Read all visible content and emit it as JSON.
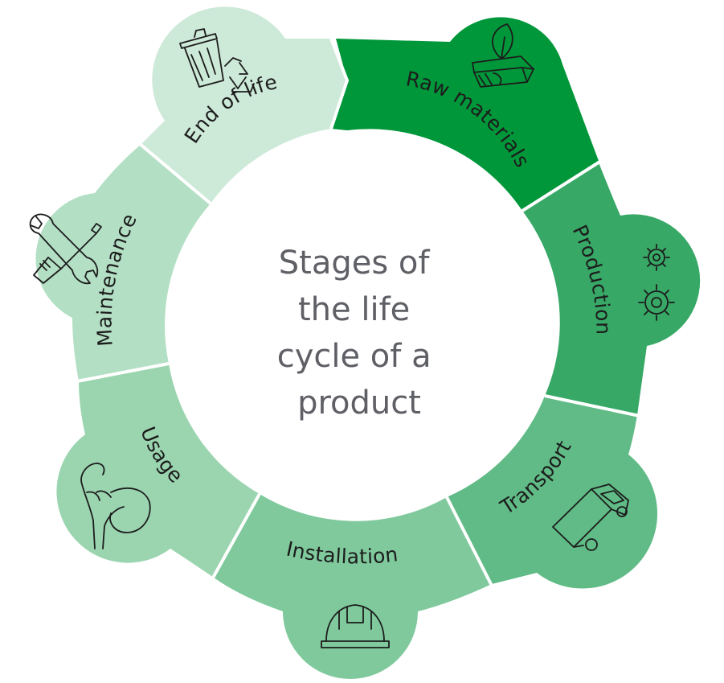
{
  "diagram": {
    "center_title_lines": [
      "Stages of",
      "the life",
      "cycle of a",
      "product"
    ],
    "stages": [
      {
        "id": "raw-materials",
        "label": "Raw materials",
        "icon": "leaf-on-log-icon",
        "color": "#00973a"
      },
      {
        "id": "production",
        "label": "Production",
        "icon": "gears-icon",
        "color": "#37a866"
      },
      {
        "id": "transport",
        "label": "Transport",
        "icon": "truck-icon",
        "color": "#60bb86"
      },
      {
        "id": "installation",
        "label": "Installation",
        "icon": "hard-hat-icon",
        "color": "#7fc99c"
      },
      {
        "id": "usage",
        "label": "Usage",
        "icon": "hand-holding-bowl-icon",
        "color": "#9bd5b0"
      },
      {
        "id": "maintenance",
        "label": "Maintenance",
        "icon": "wrench-screwdriver-icon",
        "color": "#b3dfc4"
      },
      {
        "id": "end-of-life",
        "label": "End of life",
        "icon": "trash-recycle-icon",
        "color": "#cde9d8"
      }
    ]
  }
}
